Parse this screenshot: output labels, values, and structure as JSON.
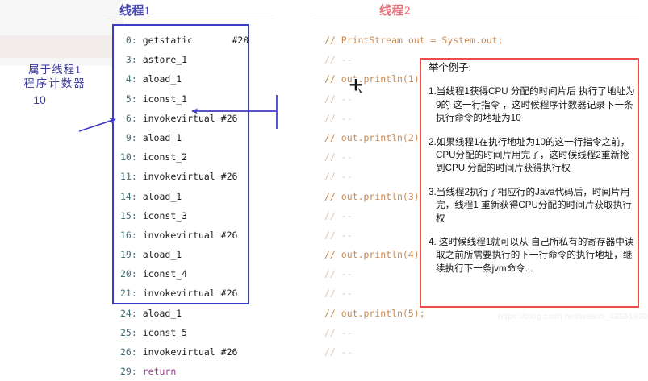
{
  "headers": {
    "thread1": "线程1",
    "thread2": "线程2",
    "thread1_color": "#4747b8",
    "thread2_color": "#e8707a"
  },
  "left_annotation": {
    "line1": "属于线程1",
    "line2": "程序计数器",
    "value": "10"
  },
  "bytecode": {
    "box_color": "#3b3bc4",
    "rows": [
      {
        "addr": " 0:",
        "op": "getstatic",
        "ref": "#20"
      },
      {
        "addr": " 3:",
        "op": "astore_1",
        "ref": ""
      },
      {
        "addr": " 4:",
        "op": "aload_1",
        "ref": ""
      },
      {
        "addr": " 5:",
        "op": "iconst_1",
        "ref": ""
      },
      {
        "addr": " 6:",
        "op": "invokevirtual",
        "ref": "#26"
      },
      {
        "addr": " 9:",
        "op": "aload_1",
        "ref": ""
      },
      {
        "addr": "10:",
        "op": "iconst_2",
        "ref": ""
      },
      {
        "addr": "11:",
        "op": "invokevirtual",
        "ref": "#26"
      },
      {
        "addr": "14:",
        "op": "aload_1",
        "ref": ""
      },
      {
        "addr": "15:",
        "op": "iconst_3",
        "ref": ""
      },
      {
        "addr": "16:",
        "op": "invokevirtual",
        "ref": "#26"
      },
      {
        "addr": "19:",
        "op": "aload_1",
        "ref": ""
      },
      {
        "addr": "20:",
        "op": "iconst_4",
        "ref": ""
      },
      {
        "addr": "21:",
        "op": "invokevirtual",
        "ref": "#26"
      },
      {
        "addr": "24:",
        "op": "aload_1",
        "ref": ""
      },
      {
        "addr": "25:",
        "op": "iconst_5",
        "ref": ""
      },
      {
        "addr": "26:",
        "op": "invokevirtual",
        "ref": "#26"
      },
      {
        "addr": "29:",
        "op": "return",
        "ref": "",
        "keyword": true
      }
    ]
  },
  "comments": {
    "color": "#c98a52",
    "rows": [
      {
        "text": "// PrintStream out = System.out;",
        "dim": false
      },
      {
        "text": "// --",
        "dim": true
      },
      {
        "text": "// out.println(1);",
        "dim": false
      },
      {
        "text": "// --",
        "dim": true
      },
      {
        "text": "// --",
        "dim": true
      },
      {
        "text": "// out.println(2);",
        "dim": false
      },
      {
        "text": "// --",
        "dim": true
      },
      {
        "text": "// --",
        "dim": true
      },
      {
        "text": "// out.println(3);",
        "dim": false
      },
      {
        "text": "// --",
        "dim": true
      },
      {
        "text": "// --",
        "dim": true
      },
      {
        "text": "// out.println(4);",
        "dim": false
      },
      {
        "text": "// --",
        "dim": true
      },
      {
        "text": "// --",
        "dim": true
      },
      {
        "text": "// out.println(5);",
        "dim": false
      },
      {
        "text": "// --",
        "dim": true
      },
      {
        "text": "// --",
        "dim": true
      }
    ]
  },
  "explanation": {
    "box_color": "#ef4a4a",
    "title": "举个例子:",
    "items": [
      "1.当线程1获得CPU 分配的时间片后 执行了地址为9的 这一行指令 ，这时候程序计数器记录下一条执行命令的地址为10",
      "2.如果线程1在执行地址为10的这一行指令之前，CPU分配的时间片用完了，这时候线程2重新抢到CPU 分配的时间片获得执行权",
      "3.当线程2执行了相应行的Java代码后，时间片用完，线程1 重新获得CPU分配的时间片获取执行权",
      "4. 这时候线程1就可以从 自己所私有的寄存器中读取之前所需要执行的下一行命令的执行地址，继续执行下一条jvm命令..."
    ]
  },
  "arrows": {
    "color": "#3b3bc4",
    "left_arrow_label": "points-to-address-10",
    "right_arrow_label": "points-to-address-9"
  },
  "cursor": {
    "name": "crosshair-cursor"
  },
  "watermark": {
    "text": "https://blog.csdn.net/weixin_43591930"
  }
}
